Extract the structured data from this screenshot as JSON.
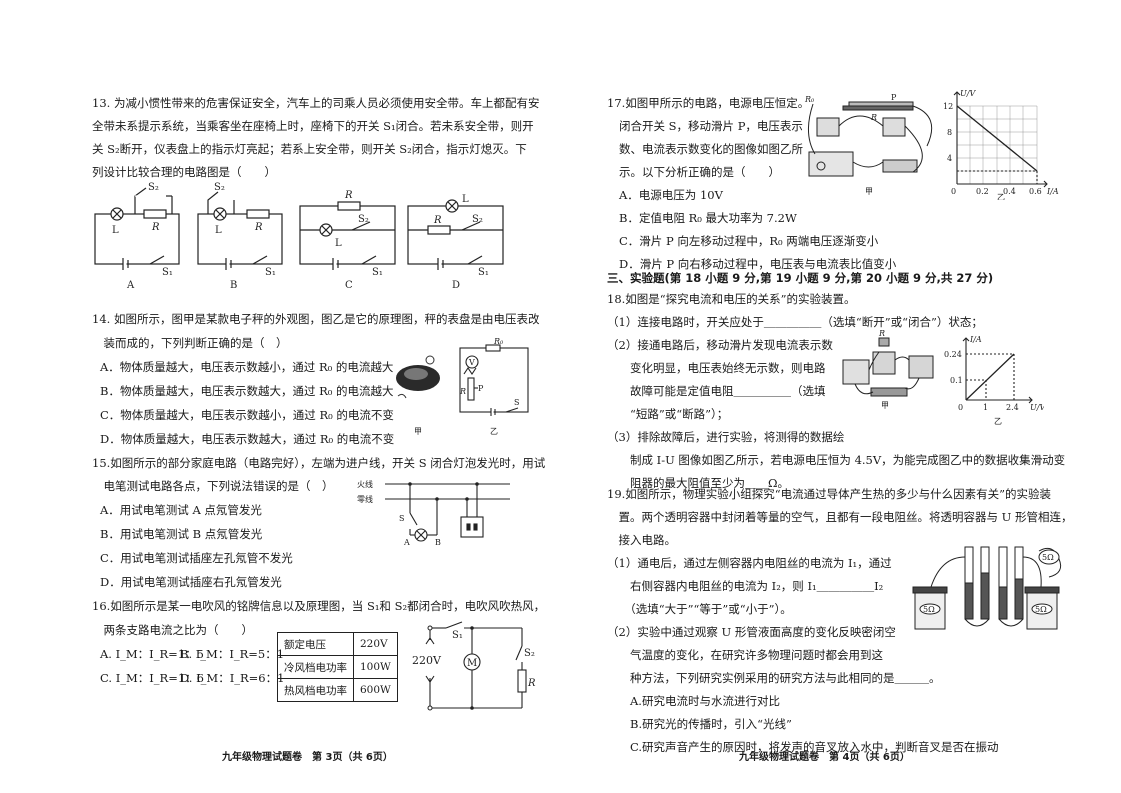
{
  "left": {
    "q13": {
      "lines": [
        "13. 为减小惯性带来的危害保证安全，汽车上的司乘人员必须使用安全带。车上都配有安",
        "全带未系提示系统，当乘客坐在座椅上时，座椅下的开关 S₁闭合。若未系安全带，则开",
        "关 S₂断开，仪表盘上的指示灯亮起；若系上安全带，则开关 S₂闭合，指示灯熄灭。下",
        "列设计比较合理的电路图是（　　）"
      ],
      "options": [
        "A",
        "B",
        "C",
        "D"
      ],
      "labels": {
        "s1": "S₁",
        "s2": "S₂",
        "l": "L",
        "r": "R"
      }
    },
    "q14": {
      "lines": [
        "14. 如图所示，图甲是某款电子秤的外观图，图乙是它的原理图，秤的表盘是由电压表改",
        "　装而成的，下列判断正确的是（　）"
      ],
      "options": [
        "A．物体质量越大，电压表示数越小，通过 R₀ 的电流越大",
        "B．物体质量越大，电压表示数越大，通过 R₀ 的电流越大",
        "C．物体质量越大，电压表示数越小，通过 R₀ 的电流不变",
        "D．物体质量越大，电压表示数越大，通过 R₀ 的电流不变"
      ],
      "fig_labels": {
        "jia": "甲",
        "yi": "乙",
        "r0": "R₀",
        "v": "V",
        "p": "P",
        "r": "R",
        "s": "S"
      }
    },
    "q15": {
      "lines": [
        "15.如图所示的部分家庭电路（电路完好），左端为进户线，开关 S 闭合灯泡发光时，用试",
        "　电笔测试电路各点，下列说法错误的是（　）"
      ],
      "options": [
        "A．用试电笔测试 A 点氖管发光",
        "B．用试电笔测试 B 点氖管发光",
        "C．用试电笔测试插座左孔氖管不发光",
        "D．用试电笔测试插座右孔氖管发光"
      ],
      "fig_labels": {
        "huo": "火线",
        "ling": "零线",
        "s": "S",
        "a": "A",
        "b": "B"
      }
    },
    "q16": {
      "lines": [
        "16.如图所示是某一电吹风的铭牌信息以及原理图，当 S₁和 S₂都闭合时，电吹风吹热风，",
        "　两条支路电流之比为（　　）"
      ],
      "options": [
        "A. I_M：I_R=1：5",
        "B. I_M：I_R=5：1",
        "C. I_M：I_R=1：6",
        "D. I_M：I_R=6：1"
      ],
      "table": [
        [
          "额定电压",
          "220V"
        ],
        [
          "冷风档电功率",
          "100W"
        ],
        [
          "热风档电功率",
          "600W"
        ]
      ],
      "fig_labels": {
        "v": "220V",
        "s1": "S₁",
        "s2": "S₂",
        "m": "M",
        "r": "R"
      }
    },
    "footer": "九年级物理试题卷　第 3页（共 6页）"
  },
  "right": {
    "q17": {
      "lines": [
        "17.如图甲所示的电路，电源电压恒定。",
        "闭合开关 S，移动滑片 P，电压表示",
        "数、电流表示数变化的图像如图乙所",
        "示。以下分析正确的是（　　）"
      ],
      "options": [
        "A．电源电压为 10V",
        "B．定值电阻 R₀ 最大功率为 7.2W",
        "C．滑片 P 向左移动过程中，R₀ 两端电压逐渐变小",
        "D．滑片 P 向右移动过程中，电压表与电流表比值变小"
      ],
      "fig_labels": {
        "jia": "甲",
        "yi": "乙",
        "r0": "R₀",
        "p": "P",
        "r": "R",
        "ylabel": "U/V",
        "xlabel": "I/A",
        "y12": "12",
        "y8": "8",
        "y4": "4",
        "x0": "0",
        "x02": "0.2",
        "x04": "0.4",
        "x06": "0.6"
      }
    },
    "sec3": "三、实验题(第 18 小题 9 分,第 19 小题 9 分,第 20 小题 9 分,共 27 分)",
    "q18": {
      "lines": [
        "18.如图是“探究电流和电压的关系”的实验装置。",
        "（1）连接电路时，开关应处于＿＿＿＿＿（选填“断开”或“闭合”）状态；",
        "（2）接通电路后，移动滑片发现电流表示数",
        "　　变化明显，电压表始终无示数，则电路",
        "　　故障可能是定值电阻＿＿＿＿＿（选填",
        "　　“短路”或“断路”）；",
        "（3）排除故障后，进行实验，将测得的数据绘",
        "　　制成 I-U 图像如图乙所示，若电源电压恒为 4.5V，为能完成图乙中的数据收集滑动变",
        "　　阻器的最大阻值至少为＿＿Ω。"
      ],
      "fig_labels": {
        "jia": "甲",
        "yi": "乙",
        "r": "R",
        "ylabel": "I/A",
        "xlabel": "U/V",
        "y024": "0.24",
        "y01": "0.1",
        "x0": "0",
        "x1": "1",
        "x24": "2.4"
      }
    },
    "q19": {
      "lines": [
        "19.如图所示，物理实验小组探究“电流通过导体产生热的多少与什么因素有关”的实验装",
        "　置。两个透明容器中封闭着等量的空气，且都有一段电阻丝。将透明容器与 U 形管相连，",
        "　接入电路。",
        "（1）通电后，通过左侧容器内电阻丝的电流为 I₁，通过",
        "　　右侧容器内电阻丝的电流为 I₂，则 I₁＿＿＿＿＿I₂",
        "　　（选填“大于”“等于”或“小于”）。",
        "（2）实验中通过观察 U 形管液面高度的变化反映密闭空",
        "　　气温度的变化，在研究许多物理问题时都会用到这",
        "　　种方法，下列研究实例采用的研究方法与此相同的是＿＿＿。",
        "　　A.研究电流时与水流进行对比",
        "　　B.研究光的传播时，引入“光线”",
        "　　C.研究声音产生的原因时，将发声的音叉放入水中，判断音叉是否在振动"
      ],
      "fig_labels": {
        "r1": "5Ω",
        "r2": "5Ω",
        "r3": "5Ω"
      }
    },
    "footer": "九年级物理试题卷　第 4页（共 6页）"
  }
}
